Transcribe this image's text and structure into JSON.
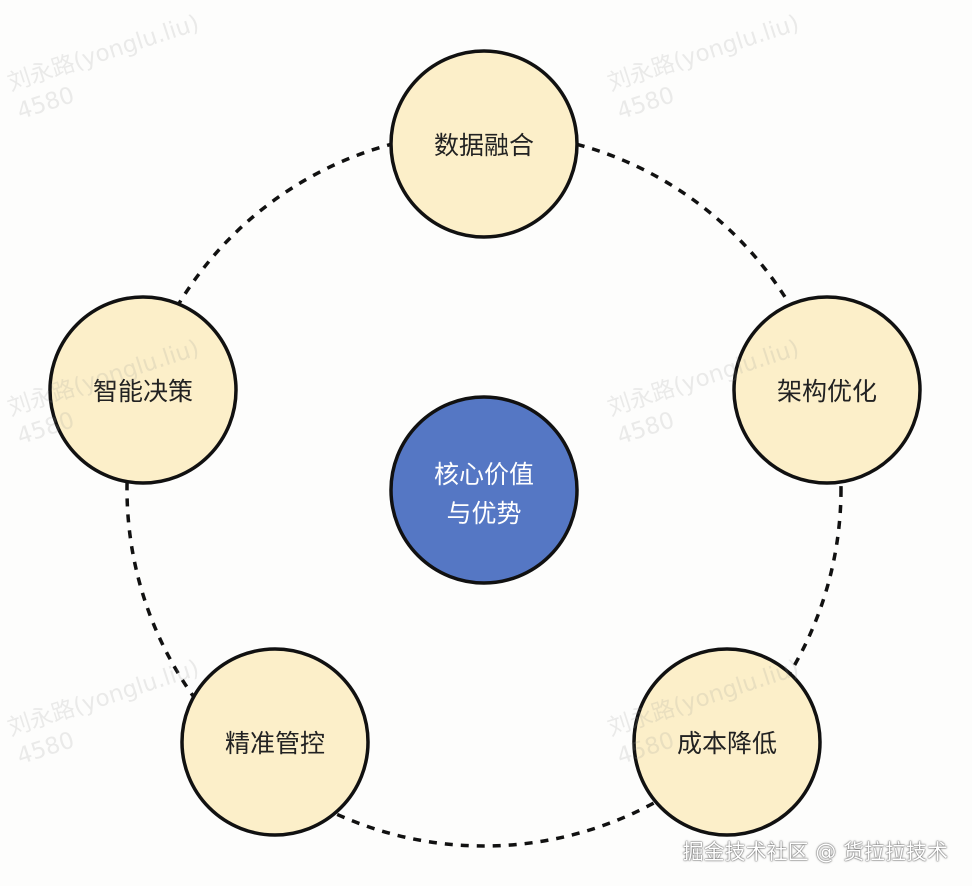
{
  "diagram": {
    "center": {
      "lines": [
        "核心价值",
        "与优势"
      ],
      "color": "#5577c4"
    },
    "nodes": [
      {
        "label": "数据融合"
      },
      {
        "label": "架构优化"
      },
      {
        "label": "成本降低"
      },
      {
        "label": "精准管控"
      },
      {
        "label": "智能决策"
      }
    ],
    "node_color": "#fcefc9",
    "outline_color": "#111111"
  },
  "watermark": {
    "line1": "刘永路(yonglu.liu)",
    "line2": "4580"
  },
  "footer": {
    "text": "掘金技术社区 @ 货拉拉技术"
  }
}
